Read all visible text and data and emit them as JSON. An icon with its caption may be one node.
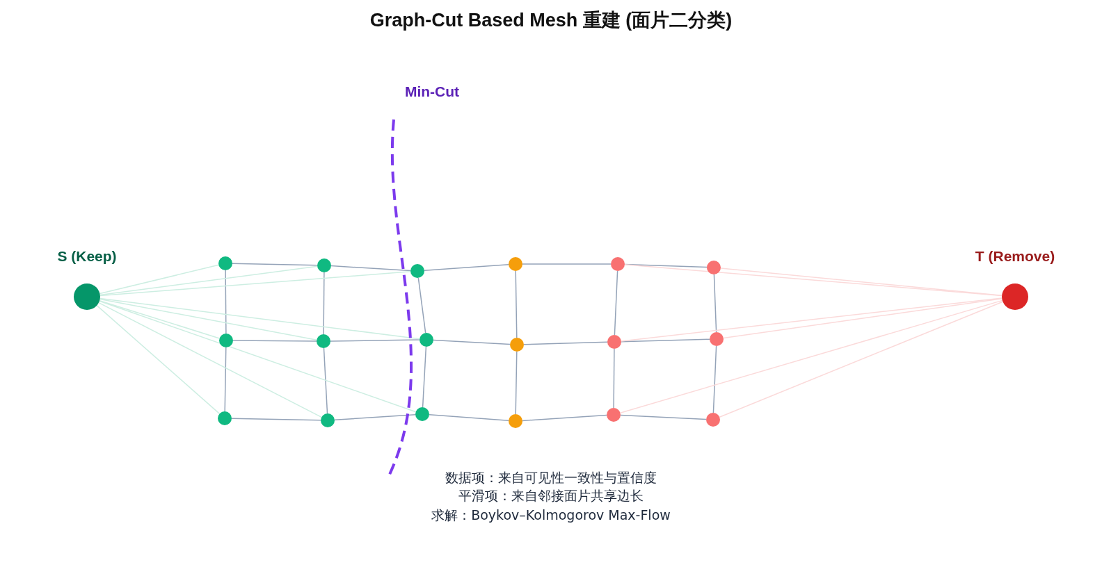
{
  "diagram": {
    "title": "Graph-Cut Based Mesh 重建 (面片二分类)",
    "nodes": [
      {
        "text": [],
        "shape": "circle",
        "beside": [
          "S (Keep)"
        ]
      },
      {
        "text": [],
        "shape": "circle"
      },
      {
        "text": [],
        "shape": "circle"
      },
      {
        "text": [],
        "shape": "circle"
      },
      {
        "text": [],
        "shape": "circle"
      },
      {
        "text": [],
        "shape": "circle"
      },
      {
        "text": [],
        "shape": "circle"
      },
      {
        "text": [],
        "shape": "circle"
      },
      {
        "text": [],
        "shape": "circle"
      },
      {
        "text": [],
        "shape": "circle"
      },
      {
        "text": [],
        "shape": "circle"
      },
      {
        "text": [],
        "shape": "circle"
      },
      {
        "text": [],
        "shape": "circle"
      },
      {
        "text": [],
        "shape": "circle"
      },
      {
        "text": [],
        "shape": "circle"
      },
      {
        "text": [],
        "shape": "circle"
      },
      {
        "text": [],
        "shape": "circle"
      },
      {
        "text": [],
        "shape": "circle"
      },
      {
        "text": [],
        "shape": "circle"
      },
      {
        "text": [],
        "shape": "circle",
        "beside": [
          "T (Remove)"
        ]
      }
    ],
    "edges": [
      {
        "from": 1,
        "to": 2,
        "arrow": "none"
      },
      {
        "from": 2,
        "to": 3,
        "arrow": "none"
      },
      {
        "from": 3,
        "to": 4,
        "arrow": "none"
      },
      {
        "from": 4,
        "to": 5,
        "arrow": "none"
      },
      {
        "from": 5,
        "to": 6,
        "arrow": "none"
      },
      {
        "from": 7,
        "to": 8,
        "arrow": "none"
      },
      {
        "from": 8,
        "to": 9,
        "arrow": "none"
      },
      {
        "from": 9,
        "to": 10,
        "arrow": "none"
      },
      {
        "from": 10,
        "to": 11,
        "arrow": "none"
      },
      {
        "from": 11,
        "to": 12,
        "arrow": "none"
      },
      {
        "from": 13,
        "to": 14,
        "arrow": "none"
      },
      {
        "from": 14,
        "to": 15,
        "arrow": "none"
      },
      {
        "from": 15,
        "to": 16,
        "arrow": "none"
      },
      {
        "from": 16,
        "to": 17,
        "arrow": "none"
      },
      {
        "from": 17,
        "to": 18,
        "arrow": "none"
      },
      {
        "from": 1,
        "to": 7,
        "arrow": "none"
      },
      {
        "from": 7,
        "to": 13,
        "arrow": "none"
      },
      {
        "from": 2,
        "to": 8,
        "arrow": "none"
      },
      {
        "from": 8,
        "to": 14,
        "arrow": "none"
      },
      {
        "from": 3,
        "to": 9,
        "arrow": "none"
      },
      {
        "from": 9,
        "to": 15,
        "arrow": "none"
      },
      {
        "from": 4,
        "to": 10,
        "arrow": "none"
      },
      {
        "from": 10,
        "to": 16,
        "arrow": "none"
      },
      {
        "from": 5,
        "to": 11,
        "arrow": "none"
      },
      {
        "from": 11,
        "to": 17,
        "arrow": "none"
      },
      {
        "from": 6,
        "to": 12,
        "arrow": "none"
      },
      {
        "from": 12,
        "to": 18,
        "arrow": "none"
      },
      {
        "from": 0,
        "to": 1,
        "arrow": "none",
        "color": "#cdeee2"
      },
      {
        "from": 0,
        "to": 2,
        "arrow": "none",
        "color": "#cdeee2"
      },
      {
        "from": 0,
        "to": 3,
        "arrow": "none",
        "color": "#cdeee2"
      },
      {
        "from": 0,
        "to": 7,
        "arrow": "none",
        "color": "#cdeee2"
      },
      {
        "from": 0,
        "to": 8,
        "arrow": "none",
        "color": "#cdeee2"
      },
      {
        "from": 0,
        "to": 9,
        "arrow": "none",
        "color": "#cdeee2"
      },
      {
        "from": 0,
        "to": 13,
        "arrow": "none",
        "color": "#cdeee2"
      },
      {
        "from": 0,
        "to": 14,
        "arrow": "none",
        "color": "#cdeee2"
      },
      {
        "from": 0,
        "to": 15,
        "arrow": "none",
        "color": "#cdeee2"
      },
      {
        "from": 5,
        "to": 19,
        "arrow": "none",
        "color": "#fbdada"
      },
      {
        "from": 6,
        "to": 19,
        "arrow": "none",
        "color": "#fbdada"
      },
      {
        "from": 11,
        "to": 19,
        "arrow": "none",
        "color": "#fbdada"
      },
      {
        "from": 12,
        "to": 19,
        "arrow": "none",
        "color": "#fbdada"
      },
      {
        "from": 17,
        "to": 19,
        "arrow": "none",
        "color": "#fbdada"
      },
      {
        "from": 18,
        "to": 19,
        "arrow": "none",
        "color": "#fbdada"
      }
    ],
    "labels": [
      "Min-Cut",
      "数据项：来自可见性一致性与置信度",
      "平滑项：来自邻接面片共享边长",
      "求解：Boykov–Kolmogorov Max-Flow"
    ]
  }
}
